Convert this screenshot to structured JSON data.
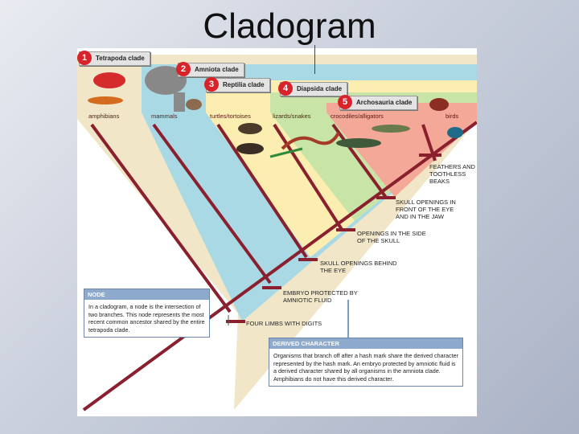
{
  "slide": {
    "title": "Cladogram"
  },
  "clades": [
    {
      "num": "1",
      "label": "Tetrapoda clade"
    },
    {
      "num": "2",
      "label": "Amniota clade"
    },
    {
      "num": "3",
      "label": "Reptilia clade"
    },
    {
      "num": "4",
      "label": "Diapsida clade"
    },
    {
      "num": "5",
      "label": "Archosauria clade"
    }
  ],
  "groups": [
    "amphibians",
    "mammals",
    "turtles/tortoises",
    "lizards/snakes",
    "crocodiles/alligators",
    "birds"
  ],
  "characters": [
    "FEATHERS AND TOOTHLESS BEAKS",
    "SKULL OPENINGS IN FRONT OF THE EYE AND IN THE JAW",
    "OPENINGS IN THE SIDE OF THE SKULL",
    "SKULL OPENINGS BEHIND THE EYE",
    "EMBRYO PROTECTED BY AMNIOTIC FLUID",
    "FOUR LIMBS WITH DIGITS"
  ],
  "node_box": {
    "heading": "NODE",
    "text": "In a cladogram, a node is the intersection of two branches. This node represents the most recent common ancestor shared by the entire tetrapoda clade."
  },
  "derived_box": {
    "heading": "DERIVED CHARACTER",
    "text": "Organisms that branch off after a hash mark share the derived character represented by the hash mark. An embryo protected by amniotic fluid is a derived character shared by all organisms in the amniota clade. Amphibians do not have this derived character."
  }
}
